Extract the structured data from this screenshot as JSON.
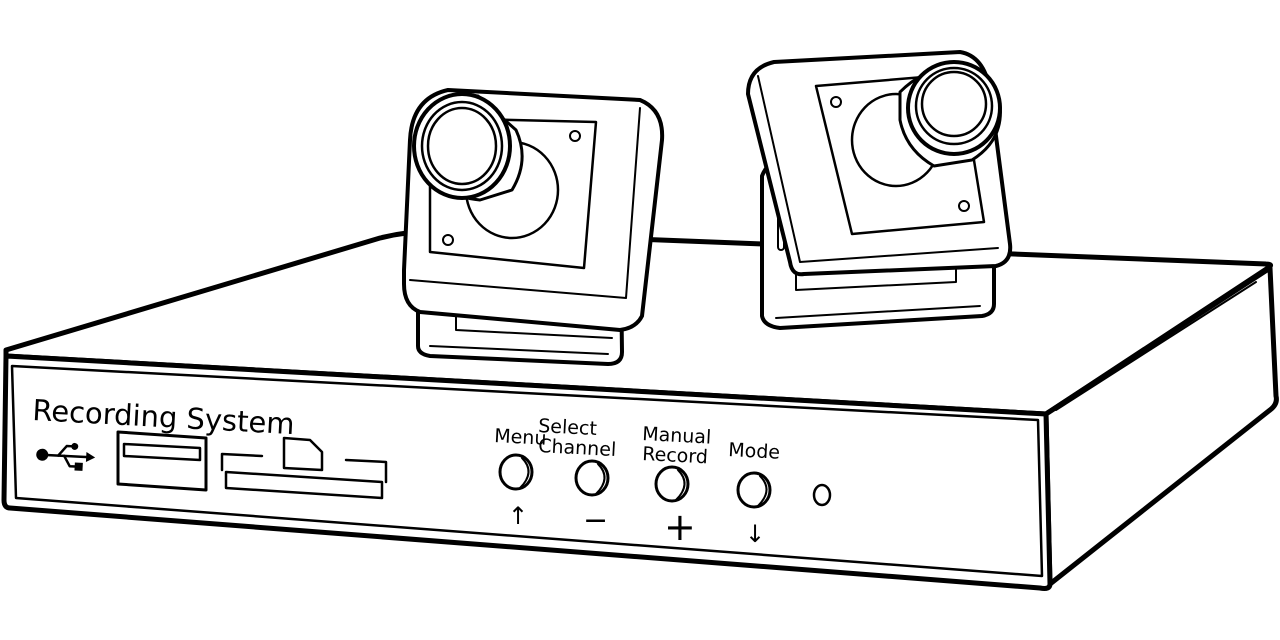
{
  "device": {
    "title": "Recording System",
    "ports": {
      "usb_symbol": "usb-icon",
      "usb_port": "usb-port",
      "card_slot": "sd-card-slot"
    },
    "buttons": [
      {
        "id": "menu",
        "label_lines": [
          "Menu"
        ],
        "symbol": "↑"
      },
      {
        "id": "select-channel",
        "label_lines": [
          "Select",
          "Channel"
        ],
        "symbol": "−"
      },
      {
        "id": "manual-record",
        "label_lines": [
          "Manual",
          "Record"
        ],
        "symbol": "+"
      },
      {
        "id": "mode",
        "label_lines": [
          "Mode"
        ],
        "symbol": "↓"
      }
    ],
    "indicator": "status-led"
  },
  "cameras": [
    "camera-left",
    "camera-right"
  ],
  "colors": {
    "line": "#000000",
    "background": "#ffffff"
  }
}
